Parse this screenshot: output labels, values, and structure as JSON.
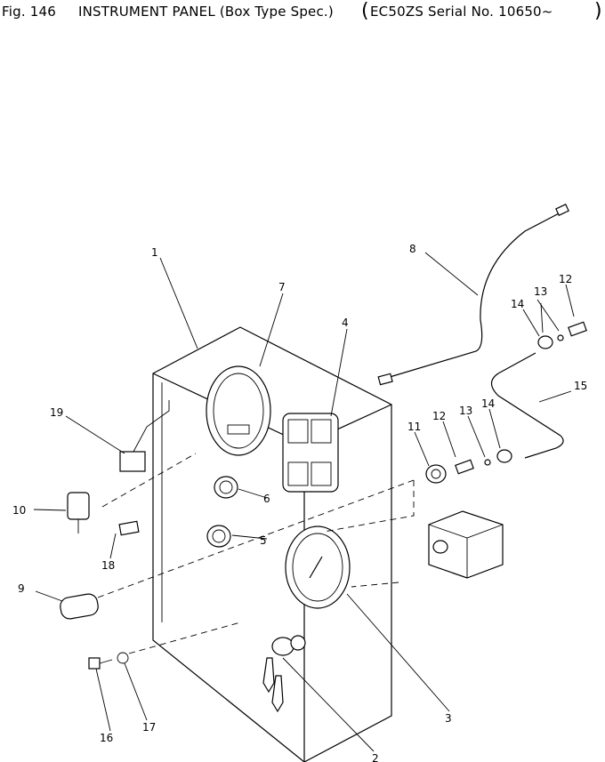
{
  "header": {
    "fig_label": "Fig. 146",
    "title": "INSTRUMENT PANEL (Box Type Spec.)",
    "serial": "EC50ZS Serial No. 10650~"
  },
  "callouts": [
    {
      "id": "c1",
      "text": "1"
    },
    {
      "id": "c2",
      "text": "2"
    },
    {
      "id": "c3",
      "text": "3"
    },
    {
      "id": "c4",
      "text": "4"
    },
    {
      "id": "c5",
      "text": "5"
    },
    {
      "id": "c6",
      "text": "6"
    },
    {
      "id": "c7",
      "text": "7"
    },
    {
      "id": "c8",
      "text": "8"
    },
    {
      "id": "c9",
      "text": "9"
    },
    {
      "id": "c10",
      "text": "10"
    },
    {
      "id": "c11",
      "text": "11"
    },
    {
      "id": "c12a",
      "text": "12"
    },
    {
      "id": "c12b",
      "text": "12"
    },
    {
      "id": "c13a",
      "text": "13"
    },
    {
      "id": "c13b",
      "text": "13"
    },
    {
      "id": "c14a",
      "text": "14"
    },
    {
      "id": "c14b",
      "text": "14"
    },
    {
      "id": "c15",
      "text": "15"
    },
    {
      "id": "c16",
      "text": "16"
    },
    {
      "id": "c17",
      "text": "17"
    },
    {
      "id": "c18",
      "text": "18"
    },
    {
      "id": "c19",
      "text": "19"
    }
  ]
}
